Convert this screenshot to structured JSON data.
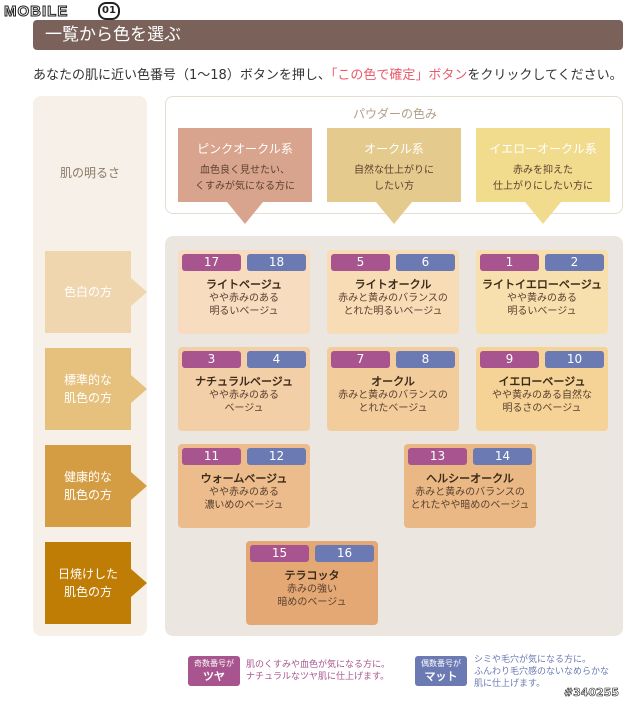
{
  "site": {
    "logo_text": "MOBILE",
    "logo_badge": "01"
  },
  "header": {
    "title": "一覧から色を選ぶ"
  },
  "instruction": {
    "before": "あなたの肌に近い色番号（1〜18）ボタンを押し、",
    "highlight": "「この色で確定」ボタン",
    "after": "をクリックしてください。"
  },
  "skin_brightness": {
    "heading": "肌の明るさ",
    "tones": [
      {
        "label": "色白の方",
        "color": "#f0d6ae",
        "text_color": "#ffffff"
      },
      {
        "label": "標準的な\n肌色の方",
        "color": "#e6c17e",
        "text_color": "#ffffff"
      },
      {
        "label": "健康的な\n肌色の方",
        "color": "#d59d43",
        "text_color": "#ffffff"
      },
      {
        "label": "日焼けした\n肌色の方",
        "color": "#bf7d06",
        "text_color": "#ffffff"
      }
    ]
  },
  "powder": {
    "title": "パウダーの色み",
    "categories": [
      {
        "name": "ピンクオークル系",
        "desc": "血色良く見せたい、\nくすみが気になる方に",
        "color": "#d9a48e",
        "text_color": "#ffffff"
      },
      {
        "name": "オークル系",
        "desc": "自然な仕上がりに\nしたい方",
        "color": "#e4cb8d",
        "text_color": "#ffffff"
      },
      {
        "name": "イエローオークル系",
        "desc": "赤みを抑えた\n仕上がりにしたい方に",
        "color": "#f1dc8e",
        "text_color": "#ffffff"
      }
    ]
  },
  "shades": [
    {
      "odd": "17",
      "even": "18",
      "name": "ライトベージュ",
      "desc": "やや赤みのある\n明るいベージュ",
      "color": "#f7dcc0"
    },
    {
      "odd": "5",
      "even": "6",
      "name": "ライトオークル",
      "desc": "赤みと黄みのバランスの\nとれた明るいベージュ",
      "color": "#f7dcb6"
    },
    {
      "odd": "1",
      "even": "2",
      "name": "ライトイエローベージュ",
      "desc": "やや黄みのある\n明るいベージュ",
      "color": "#f8e0ae"
    },
    {
      "odd": "3",
      "even": "4",
      "name": "ナチュラルベージュ",
      "desc": "やや赤みのある\nベージュ",
      "color": "#f3cfa8"
    },
    {
      "odd": "7",
      "even": "8",
      "name": "オークル",
      "desc": "赤みと黄みのバランスの\nとれたベージュ",
      "color": "#f3cc9c"
    },
    {
      "odd": "9",
      "even": "10",
      "name": "イエローベージュ",
      "desc": "やや黄みのある自然な\n明るさのベージュ",
      "color": "#f5d296"
    },
    {
      "odd": "11",
      "even": "12",
      "name": "ウォームベージュ",
      "desc": "やや赤みのある\n濃いめのベージュ",
      "color": "#ecbc8c"
    },
    {
      "odd": "13",
      "even": "14",
      "name": "ヘルシーオークル",
      "desc": "赤みと黄みのバランスの\nとれたやや暗めのベージュ",
      "color": "#eab884"
    },
    {
      "odd": "15",
      "even": "16",
      "name": "テラコッタ",
      "desc": "赤みの強い\n暗めのベージュ",
      "color": "#e3a874"
    }
  ],
  "legend": {
    "odd": {
      "small": "奇数番号が",
      "big": "ツヤ",
      "desc": "肌のくすみや血色が気になる方に。\nナチュラルなツヤ肌に仕上げます。",
      "color": "#a8558f"
    },
    "even": {
      "small": "偶数番号が",
      "big": "マット",
      "desc": "シミや毛穴が気になる方に。\nふんわり毛穴感のないなめらかな\n肌に仕上げます。",
      "color": "#6b7ab3"
    }
  },
  "watermark": "#340255"
}
